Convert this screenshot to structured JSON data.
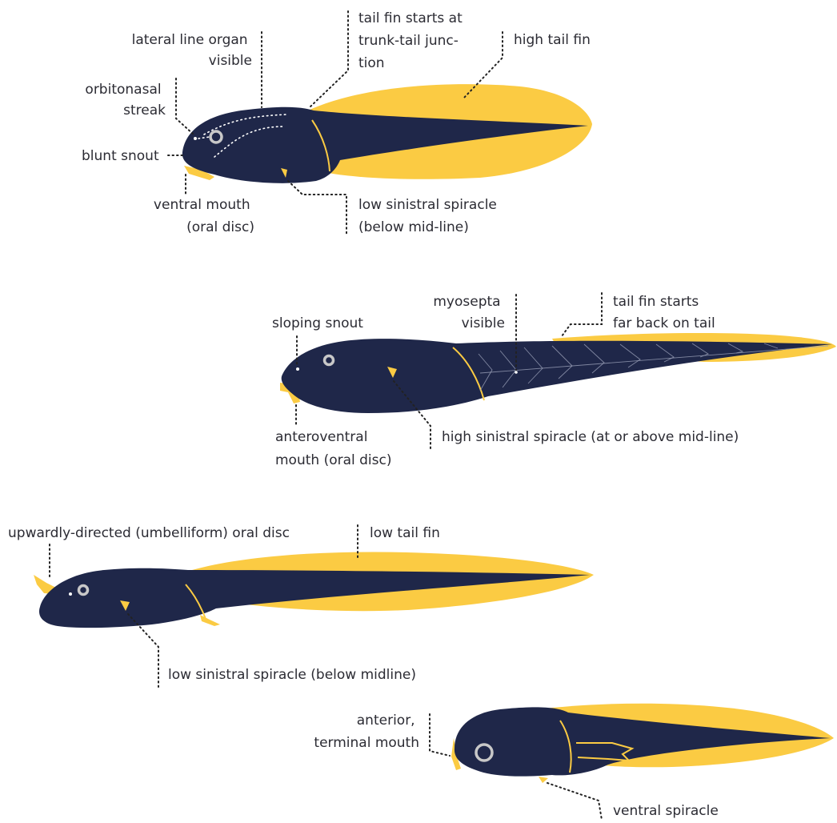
{
  "colors": {
    "body": "#1f2749",
    "fin": "#fbcb43",
    "eye": "#c8c8c8",
    "text": "#2b2b33"
  },
  "tadpole1": {
    "lateral_line_1": "lateral line organ",
    "lateral_line_2": "visible",
    "tail_start_1": "tail fin starts at",
    "tail_start_2": "trunk-tail junc-",
    "tail_start_3": "tion",
    "high_fin": "high tail fin",
    "orbitonasal_1": "orbitonasal",
    "orbitonasal_2": "streak",
    "snout": "blunt snout",
    "mouth_1": "ventral mouth",
    "mouth_2": "(oral disc)",
    "spiracle_1": "low sinistral spiracle",
    "spiracle_2": "(below mid-line)"
  },
  "tadpole2": {
    "myosepta_1": "myosepta",
    "myosepta_2": "visible",
    "tail_start_1": "tail fin starts",
    "tail_start_2": "far back on tail",
    "snout": "sloping snout",
    "mouth_1": "anteroventral",
    "mouth_2": "mouth (oral disc)",
    "spiracle": "high sinistral spiracle (at or above mid-line)"
  },
  "tadpole3": {
    "oral_disc": "upwardly-directed (umbelliform) oral disc",
    "low_fin": "low tail fin",
    "spiracle": "low sinistral spiracle (below midline)"
  },
  "tadpole4": {
    "mouth_1": "anterior,",
    "mouth_2": "terminal mouth",
    "spiracle": "ventral spiracle"
  }
}
